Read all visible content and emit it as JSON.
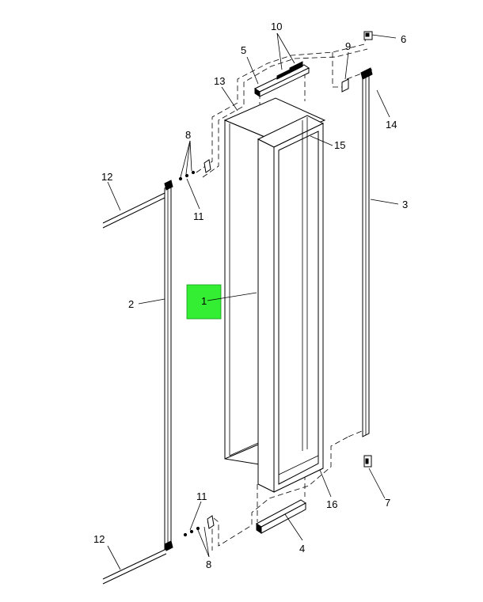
{
  "callouts": {
    "c1": "1",
    "c2": "2",
    "c3": "3",
    "c4": "4",
    "c5": "5",
    "c6": "6",
    "c7": "7",
    "c8": "8",
    "c9": "9",
    "c10": "10",
    "c11": "11",
    "c12": "12",
    "c13": "13",
    "c14": "14",
    "c15": "15",
    "c16": "16"
  },
  "colors": {
    "highlight": "#33ee33",
    "line": "#000000"
  }
}
